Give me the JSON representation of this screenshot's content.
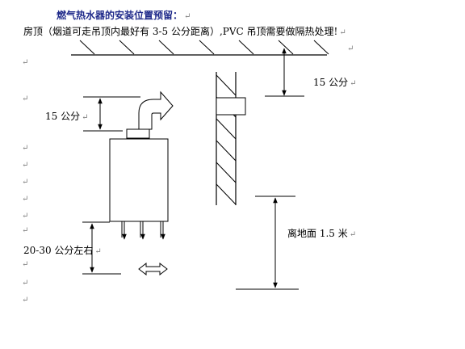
{
  "title": "燃气热水器的安装位置预留：",
  "description": "房顶（烟道可走吊顶内最好有 3-5 公分距离）,PVC 吊顶需要做隔热处理!",
  "labels": {
    "ceiling_gap": "15 公分",
    "pipe_gap": "15 公分",
    "bottom_gap": "20-30 公分左右",
    "floor_height": "离地面 1.5 米"
  },
  "paragraph_mark": "↵",
  "colors": {
    "title": "#1f2a8a",
    "line": "#000000",
    "mark": "#808080"
  }
}
